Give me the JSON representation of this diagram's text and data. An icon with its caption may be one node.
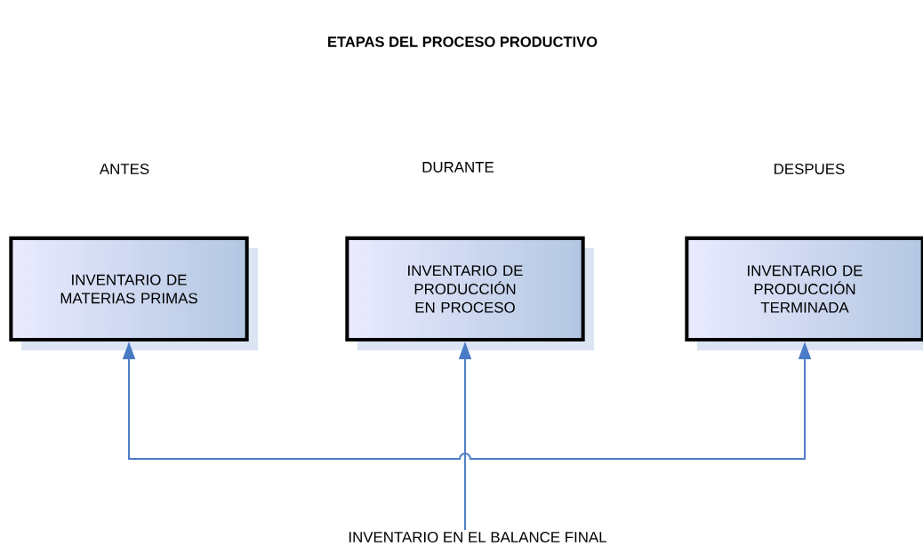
{
  "diagram": {
    "title": "ETAPAS DEL PROCESO PRODUCTIVO",
    "nodes": [
      {
        "text": [
          "INVENTARIO DE MATERIAS PRIMAS"
        ]
      },
      {
        "text": [
          "INVENTARIO DE PRODUCCIÓN EN PROCESO"
        ]
      },
      {
        "text": [
          "INVENTARIO DE PRODUCCIÓN TERMINADA"
        ]
      },
      {
        "text": [
          "INVENTARIO EN EL BALANCE FINAL"
        ]
      }
    ],
    "edges": [
      {
        "from": 0,
        "to": 2,
        "arrow": "both"
      },
      {
        "from": 3,
        "to": 1,
        "arrow": "to"
      }
    ],
    "labels": [
      "ANTES",
      "DURANTE",
      "DESPUES"
    ]
  }
}
